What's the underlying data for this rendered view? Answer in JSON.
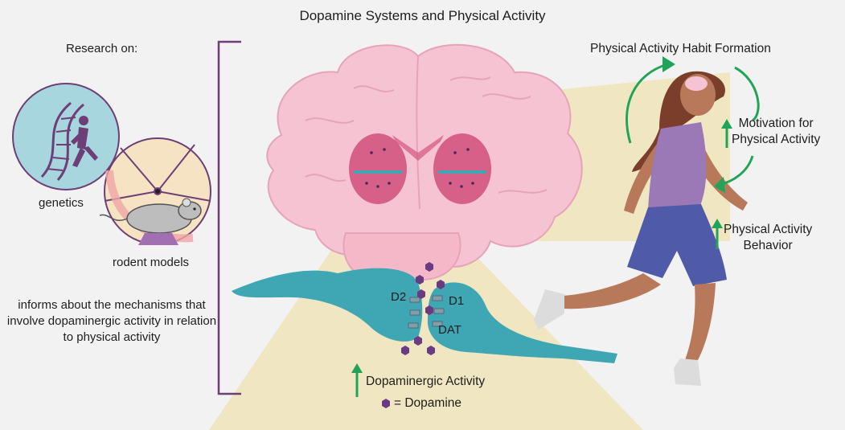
{
  "title": "Dopamine Systems and Physical Activity",
  "left_panel": {
    "heading": "Research on:",
    "genetics_label": "genetics",
    "rodent_label": "rodent models",
    "caption": "informs about the mechanisms that involve dopaminergic activity in relation to physical activity"
  },
  "right_panel": {
    "habit_label": "Physical Activity Habit Formation",
    "motivation_label_1": "Motivation for",
    "motivation_label_2": "Physical Activity",
    "behavior_label_1": "Physical Activity",
    "behavior_label_2": "Behavior"
  },
  "synapse": {
    "d2_label": "D2",
    "d1_label": "D1",
    "dat_label": "DAT"
  },
  "bottom": {
    "dopaminergic_label": "Dopaminergic Activity",
    "dopamine_key": "= Dopamine"
  },
  "colors": {
    "background": "#f2f2f2",
    "brain": "#f6c3d3",
    "brain_outline": "#e6a3ba",
    "striatum": "#d3557f",
    "neuron": "#3fa6b4",
    "dopamine": "#6a3a82",
    "arrow_green": "#21a45a",
    "bracket": "#6e3f77",
    "beam": "#f1e6c2"
  },
  "icons": [
    "dna-icon",
    "running-person-icon",
    "mouse-icon",
    "running-wheel-icon",
    "up-arrow-icon",
    "cycle-arrow-icon"
  ]
}
